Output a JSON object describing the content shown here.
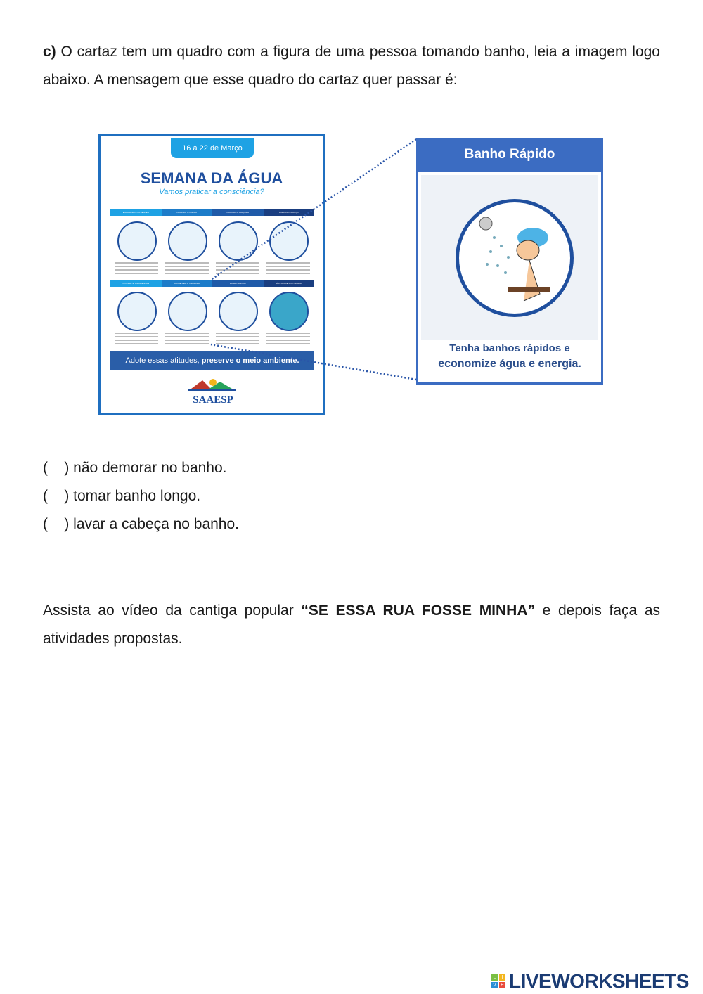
{
  "question": {
    "letter": "c)",
    "text": " O cartaz tem um quadro com a figura de uma pessoa tomando banho, leia a imagem logo abaixo. A mensagem que esse quadro do cartaz quer passar é:"
  },
  "poster": {
    "date": "16 a 22 de Março",
    "title": "SEMANA DA ÁGUA",
    "subtitle": "Vamos praticar a consciência?",
    "row1": [
      "ESCOVANDO OS DENTES",
      "LAVANDO O CARRO",
      "LAVANDO A CALÇADA",
      "LAVANDO A LOUÇA"
    ],
    "row2": [
      "CONSERTE VAZAMENTOS",
      "FECHE BEM A TORNEIRA",
      "BANHO RÁPIDO",
      "NÃO JOGUE LIXO NA RUA"
    ],
    "footer_plain": "Adote essas atitudes, ",
    "footer_bold": "preserve o meio ambiente.",
    "logo": "SAAESP"
  },
  "detail": {
    "title": "Banho Rápido",
    "caption_line1": "Tenha banhos rápidos e",
    "caption_line2": "economize água e energia."
  },
  "options": [
    {
      "box": "(    )",
      "text": " não demorar no banho."
    },
    {
      "box": "(    )",
      "text": " tomar banho longo."
    },
    {
      "box": "(    )",
      "text": " lavar a cabeça no banho."
    }
  ],
  "instruction": {
    "before": "Assista ao vídeo da cantiga popular ",
    "bold": "“SE ESSA RUA FOSSE MINHA”",
    "after": " e depois faça as atividades propostas."
  },
  "watermark": {
    "text": "LIVEWORKSHEETS",
    "badge": "LIVE"
  }
}
